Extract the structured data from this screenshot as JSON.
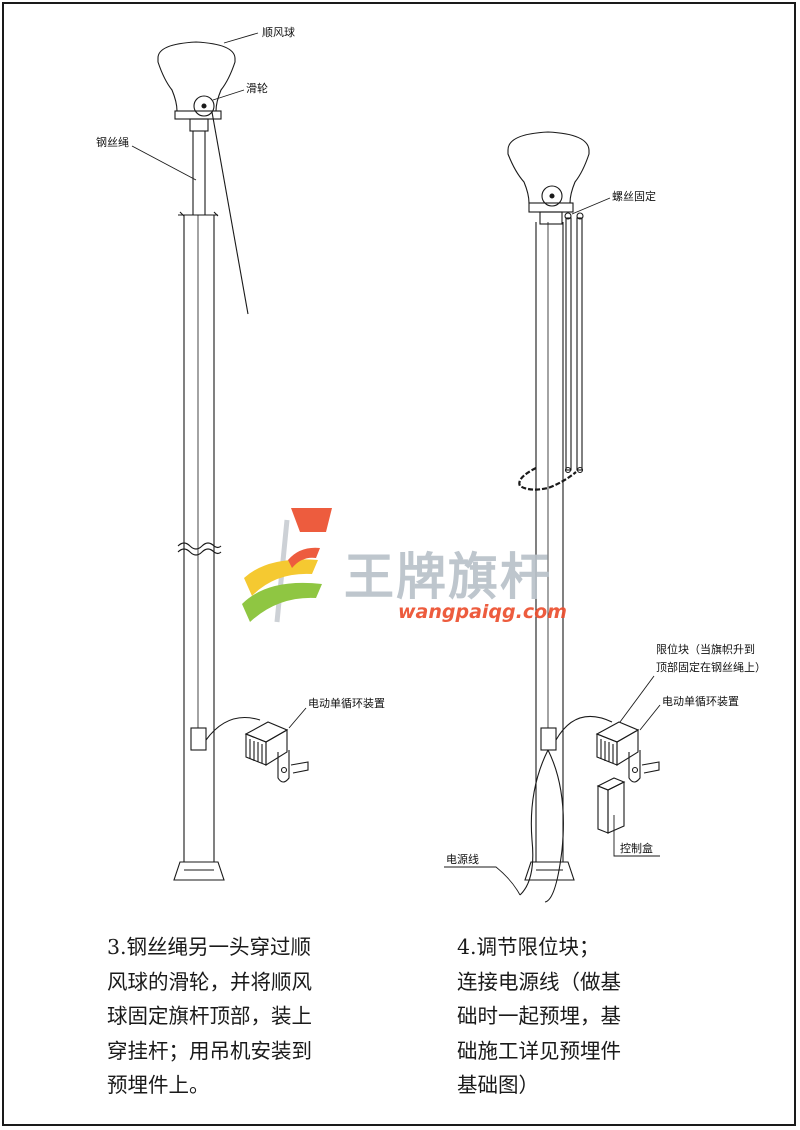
{
  "labels": {
    "wind_ball": "顺风球",
    "pulley": "滑轮",
    "wire_rope": "钢丝绳",
    "screw_fix": "螺丝固定",
    "motor_left": "电动单循环装置",
    "motor_right": "电动单循环装置",
    "limit_block_1": "限位块（当旗帜升到",
    "limit_block_2": "顶部固定在钢丝绳上）",
    "power_line": "电源线",
    "control_box": "控制盒"
  },
  "watermark": {
    "name": "王牌旗杆",
    "url": "wangpaiqg.com"
  },
  "steps": [
    {
      "text": "3.钢丝绳另一头穿过顺\n风球的滑轮，并将顺风\n球固定旗杆顶部，装上\n穿挂杆；用吊机安装到\n预埋件上。"
    },
    {
      "text": "4.调节限位块；\n连接电源线（做基\n础时一起预埋，基\n础施工详见预埋件\n基础图）"
    }
  ],
  "colors": {
    "line": "#1a1a1a",
    "watermark_grey": "#b9c2c9",
    "watermark_red": "#ec4f2e",
    "watermark_green": "#86c232",
    "watermark_yellow": "#f5c520"
  }
}
